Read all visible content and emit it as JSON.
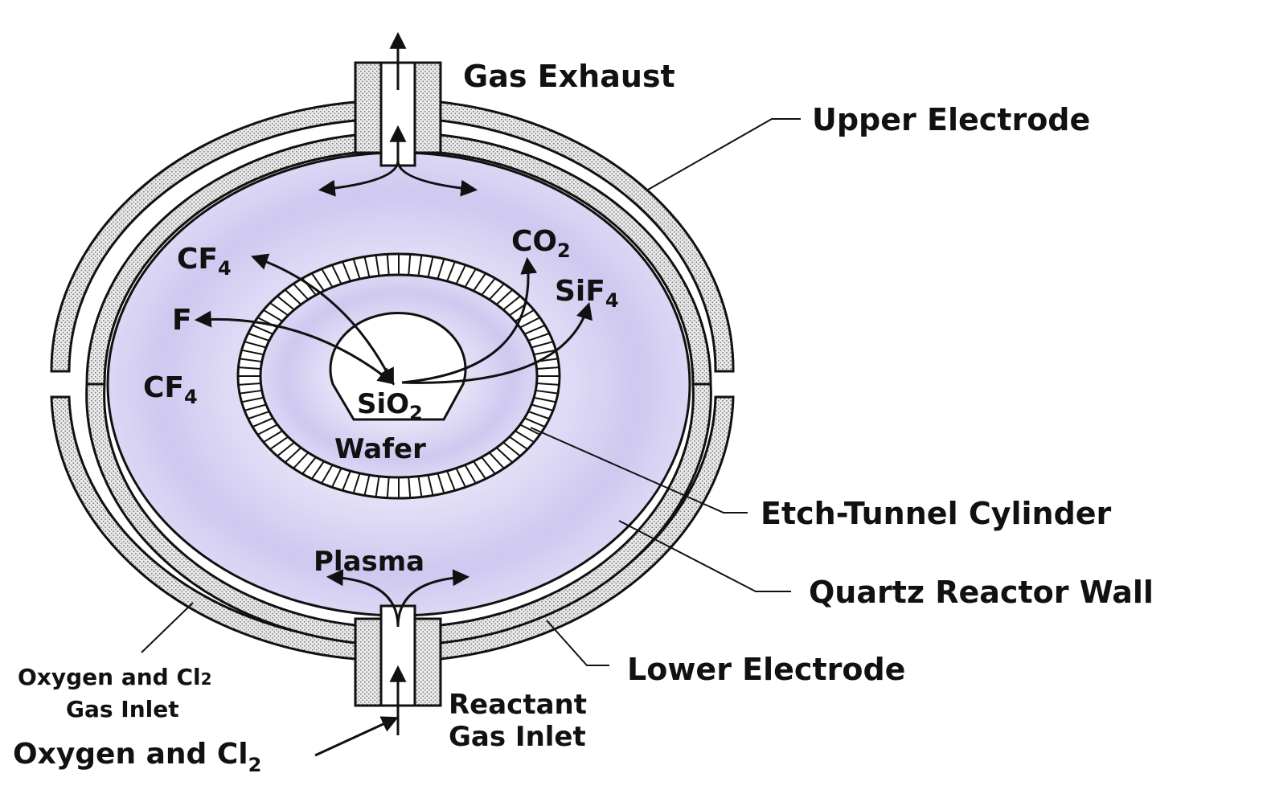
{
  "labels": {
    "gas_exhaust": "Gas Exhaust",
    "upper_electrode": "Upper Electrode",
    "etch_tunnel_cylinder": "Etch-Tunnel Cylinder",
    "quartz_reactor_wall": "Quartz Reactor Wall",
    "lower_electrode": "Lower Electrode",
    "plasma": "Plasma",
    "wafer": "Wafer",
    "oxygen_cl2_inlet_line1": "Oxygen and Cl",
    "oxygen_cl2_inlet_line1_sub": "2",
    "oxygen_cl2_inlet_line2": "Gas Inlet",
    "reactant_line1": "Reactant",
    "reactant_line2": "Gas Inlet",
    "oxygen_cl2_bottom": "Oxygen and Cl",
    "oxygen_cl2_bottom_sub": "2"
  },
  "species": {
    "cf4_top": {
      "base": "CF",
      "sub": "4"
    },
    "f": {
      "base": "F"
    },
    "cf4_left": {
      "base": "CF",
      "sub": "4"
    },
    "co2": {
      "base": "CO",
      "sub": "2"
    },
    "sif4": {
      "base": "SiF",
      "sub": "4"
    },
    "sio2": {
      "base": "SiO",
      "sub": "2"
    }
  },
  "colors": {
    "plasma_fill": "#c9c2ee",
    "plasma_center": "#ffffff",
    "electrode_fill": "#e6e6e6",
    "stroke": "#111111"
  }
}
